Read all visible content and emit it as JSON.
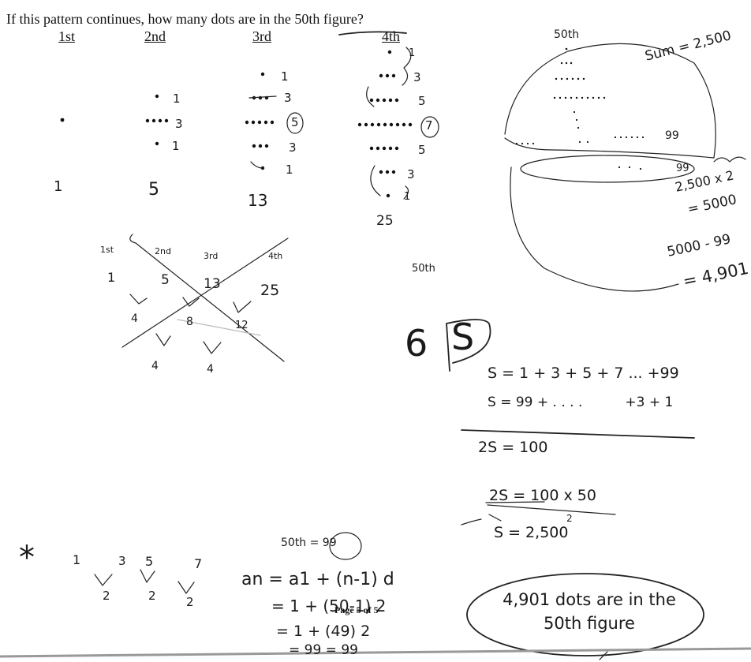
{
  "question": "If this pattern continues, how many dots are in the 50th figure?",
  "headers": [
    "1st",
    "2nd",
    "3rd",
    "4th"
  ],
  "figure_counts": [
    "1",
    "5",
    "13",
    "25"
  ],
  "row_annotations": {
    "fig2": [
      "1",
      "3",
      "1"
    ],
    "fig3": [
      "1",
      "3",
      "5",
      "3",
      "1"
    ],
    "fig4": [
      "1",
      "3",
      "5",
      "7",
      "5",
      "3",
      "1"
    ]
  },
  "table_sketch": {
    "ordinals": [
      "1st",
      "2nd",
      "3rd",
      "4th"
    ],
    "values": [
      "1",
      "5",
      "13",
      "25"
    ],
    "first_diffs": [
      "4",
      "8",
      "12"
    ],
    "second_diffs": [
      "4",
      "4"
    ]
  },
  "label_50th_mid": "50th",
  "big_s_ink": "6",
  "big_s_boxed": "S",
  "sum_work": {
    "line1": "S = 1 + 3 + 5 + 7 ... +99",
    "line2": "S = 99 + . . . .          +3 + 1",
    "line3": "2S = 100",
    "line4": "2S = 100 x 50",
    "line4_denominator": "2",
    "line5": "S = 2,500"
  },
  "big_figure": {
    "label": "50th",
    "sum_label": "Sum = 2,500",
    "row_label_top": "99",
    "row_label_bottom": "99",
    "calc1": "2,500 x 2",
    "calc2": "= 5000",
    "calc3": "5000 - 99",
    "calc4": "= 4,901"
  },
  "odd_seq": {
    "star": "*",
    "numbers": [
      "1",
      "3",
      "5",
      "7"
    ],
    "diffs": [
      "2",
      "2",
      "2"
    ]
  },
  "formula": {
    "label_50th": "50th = 99",
    "circled": "99",
    "line1": "an = a1 + (n-1) d",
    "line2": "= 1 + (50-1) 2",
    "line3": "= 1 + (49) 2",
    "line4": "= 99 = 99"
  },
  "page_footer": "Page 5 of 5",
  "answer": "4,901 dots are in the 50th figure"
}
